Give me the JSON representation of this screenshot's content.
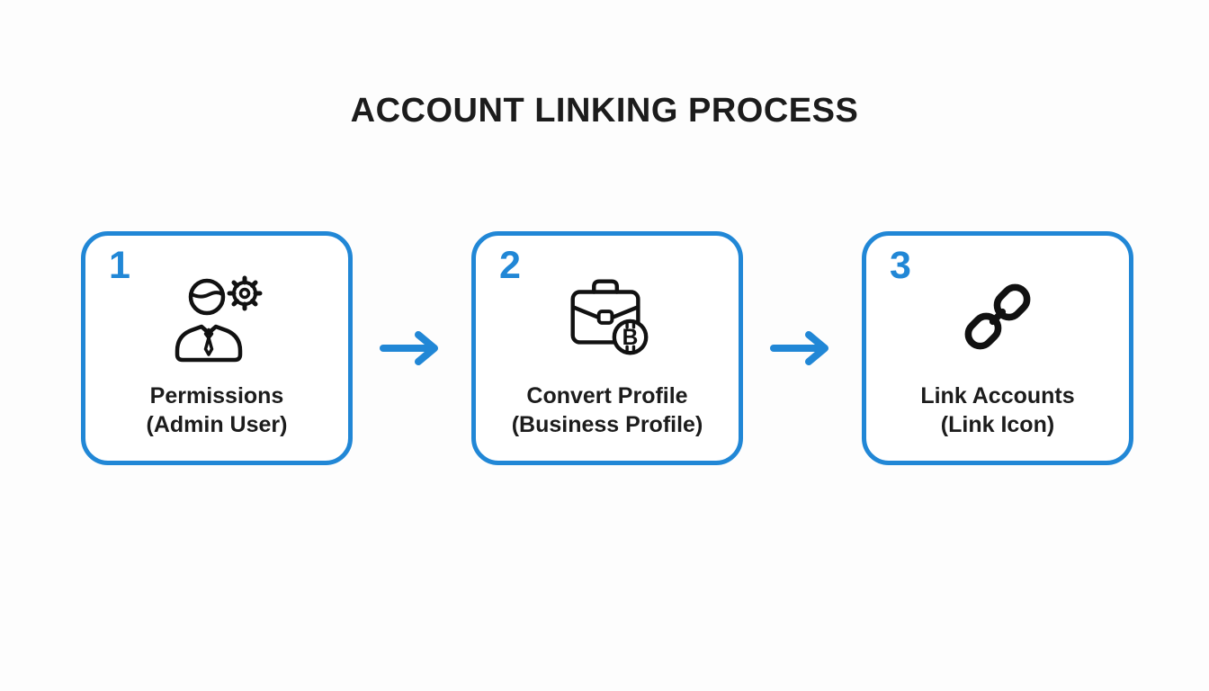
{
  "title": "ACCOUNT LINKING PROCESS",
  "colors": {
    "accent": "#2187d6",
    "text": "#1c1c1c",
    "icon_stroke": "#111111",
    "background": "#fdfdfd",
    "box_background": "#ffffff"
  },
  "steps": [
    {
      "number": "1",
      "label_line1": "Permissions",
      "label_line2": "(Admin User)",
      "icon": "admin-user-gear-icon"
    },
    {
      "number": "2",
      "label_line1": "Convert Profile",
      "label_line2": "(Business Profile)",
      "icon": "briefcase-bitcoin-icon"
    },
    {
      "number": "3",
      "label_line1": "Link Accounts",
      "label_line2": "(Link Icon)",
      "icon": "chain-link-icon"
    }
  ],
  "icons": {
    "bitcoin_letter": "B"
  },
  "connectors": [
    {
      "type": "arrow-right"
    },
    {
      "type": "arrow-right"
    }
  ]
}
